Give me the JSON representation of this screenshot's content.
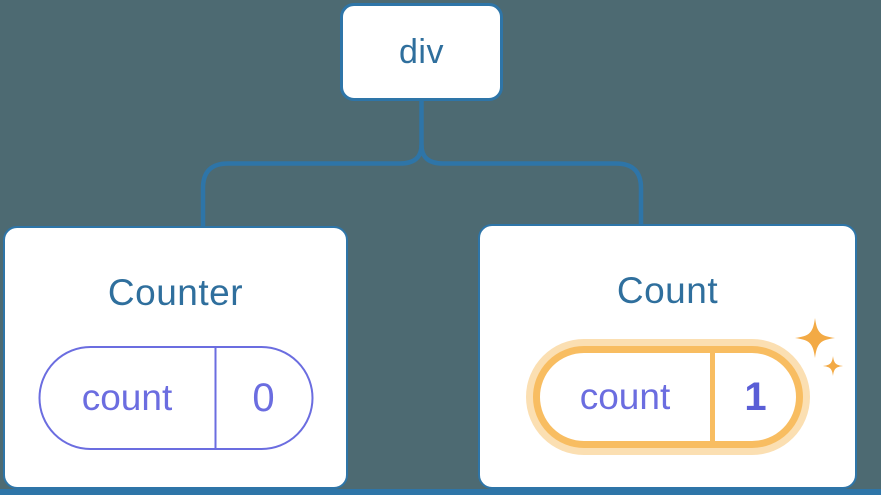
{
  "diagram": {
    "root_node": {
      "label": "div"
    },
    "components": [
      {
        "title": "Counter",
        "state_name": "count",
        "state_value": "0",
        "highlighted": false
      },
      {
        "title": "Count",
        "state_name": "count",
        "state_value": "1",
        "highlighted": true
      }
    ]
  },
  "icons": {
    "sparkle": "sparkle-icon"
  },
  "colors": {
    "background": "#4D6A72",
    "node_border_blue": "#2E75A8",
    "label_text_blue": "#2F6F9D",
    "state_purple": "#6B6DE0",
    "value_purple_bold": "#5A5ED6",
    "highlight_orange": "#F8BD61",
    "highlight_glow": "#FBDFB2",
    "sparkle_orange": "#F3AA45",
    "card_fill": "#FFFFFF"
  }
}
